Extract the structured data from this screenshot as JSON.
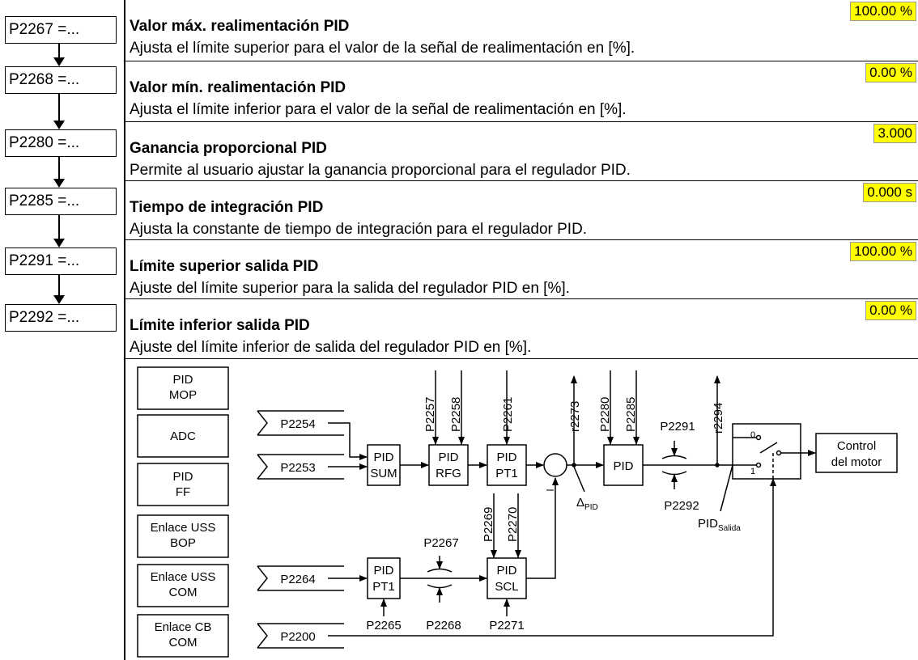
{
  "param_chain": [
    "P2267 =...",
    "P2268 =...",
    "P2280 =...",
    "P2285 =...",
    "P2291 =...",
    "P2292 =..."
  ],
  "params": [
    {
      "title": "Valor máx. realimentación PID",
      "desc": "Ajusta el límite superior para el valor de la señal de realimentación en [%].",
      "value": "100.00 %"
    },
    {
      "title": "Valor mín. realimentación PID",
      "desc": "Ajusta el límite inferior para el valor de la señal de realimentación en [%].",
      "value": "0.00 %"
    },
    {
      "title": "Ganancia proporcional PID",
      "desc": "Permite al usuario ajustar la ganancia proporcional para el regulador PID.",
      "value": "3.000"
    },
    {
      "title": "Tiempo de integración PID",
      "desc": "Ajusta la constante de tiempo de integración para el regulador PID.",
      "value": "0.000 s"
    },
    {
      "title": "Límite superior salida PID",
      "desc": "Ajuste del límite superior para la salida del regulador PID en [%].",
      "value": "100.00 %"
    },
    {
      "title": "Límite inferior salida PID",
      "desc": "Ajuste del límite inferior de salida del regulador PID en [%].",
      "value": "0.00 %"
    }
  ],
  "diagram": {
    "sources": [
      {
        "l1": "PID",
        "l2": "MOP"
      },
      {
        "l1": "ADC",
        "l2": ""
      },
      {
        "l1": "PID",
        "l2": "FF"
      },
      {
        "l1": "Enlace USS",
        "l2": "BOP"
      },
      {
        "l1": "Enlace USS",
        "l2": "COM"
      },
      {
        "l1": "Enlace CB",
        "l2": "COM"
      }
    ],
    "inputs": {
      "p2254": "P2254",
      "p2253": "P2253",
      "p2264": "P2264",
      "p2200": "P2200"
    },
    "blocks": {
      "sum": {
        "l1": "PID",
        "l2": "SUM"
      },
      "rfg": {
        "l1": "PID",
        "l2": "RFG"
      },
      "pt1_top": {
        "l1": "PID",
        "l2": "PT1"
      },
      "pt1_bottom": {
        "l1": "PID",
        "l2": "PT1"
      },
      "scl": {
        "l1": "PID",
        "l2": "SCL"
      },
      "pid": "PID",
      "control_l1": "Control",
      "control_l2": "del motor"
    },
    "labels": {
      "p2257": "P2257",
      "p2258": "P2258",
      "p2261": "P2261",
      "r2273": "r2273",
      "p2280": "P2280",
      "p2285": "P2285",
      "p2291": "P2291",
      "p2292": "P2292",
      "r2294": "r2294",
      "p2269": "P2269",
      "p2270": "P2270",
      "p2267": "P2267",
      "p2268": "P2268",
      "p2265": "P2265",
      "p2271": "P2271",
      "delta": "Δ",
      "delta_sub": "PID",
      "pid_out": "PID",
      "pid_out_sub": "Salida",
      "minus": "–",
      "sw0": "0",
      "sw1": "1"
    }
  }
}
